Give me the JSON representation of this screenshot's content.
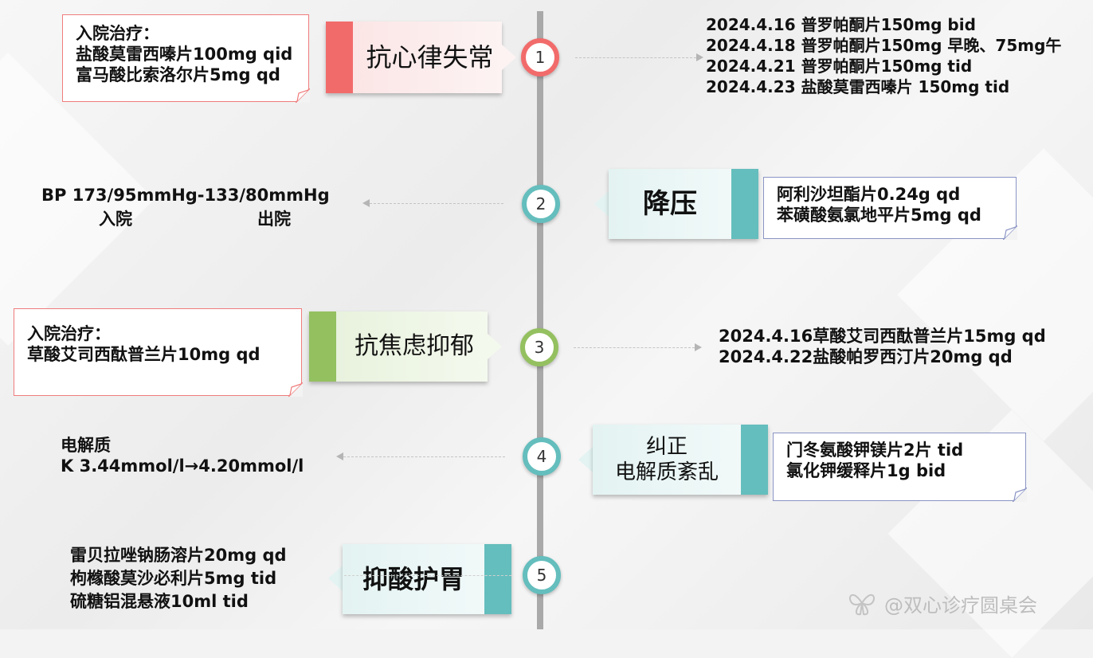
{
  "items": [
    {
      "number": "1",
      "label": "抗心律失常",
      "note": [
        "入院治疗：",
        "盐酸莫雷西嗪片100mg qid",
        "富马酸比索洛尔片5mg qd"
      ],
      "detail": [
        "2024.4.16 普罗帕酮片150mg bid",
        "2024.4.18 普罗帕酮片150mg 早晚、75mg午",
        "2024.4.21 普罗帕酮片150mg tid",
        "2024.4.23 盐酸莫雷西嗪片 150mg tid"
      ]
    },
    {
      "number": "2",
      "label": "降压",
      "note": [
        "阿利沙坦酯片0.24g qd",
        "苯磺酸氨氯地平片5mg qd"
      ],
      "detail": [
        "BP 173/95mmHg-133/80mmHg"
      ],
      "detail_sub": [
        "入院",
        "出院"
      ]
    },
    {
      "number": "3",
      "label": "抗焦虑抑郁",
      "note": [
        "入院治疗：",
        "草酸艾司西酞普兰片10mg qd"
      ],
      "detail": [
        "2024.4.16草酸艾司西酞普兰片15mg qd",
        "2024.4.22盐酸帕罗西汀片20mg qd"
      ]
    },
    {
      "number": "4",
      "label": [
        "纠正",
        "电解质紊乱"
      ],
      "note": [
        "门冬氨酸钾镁片2片 tid",
        "氯化钾缓释片1g bid"
      ],
      "detail": [
        "电解质",
        "K 3.44mmol/l→4.20mmol/l"
      ]
    },
    {
      "number": "5",
      "label": "抑酸护胃",
      "detail": [
        "雷贝拉唑钠肠溶片20mg qd",
        "枸橼酸莫沙必利片5mg tid",
        "硫糖铝混悬液10ml tid"
      ]
    }
  ],
  "watermark": "@双心诊疗圆桌会",
  "colors": {
    "red": "#f26b6b",
    "teal": "#64bebd",
    "green": "#94c060",
    "axis": "#a9a9a9"
  }
}
